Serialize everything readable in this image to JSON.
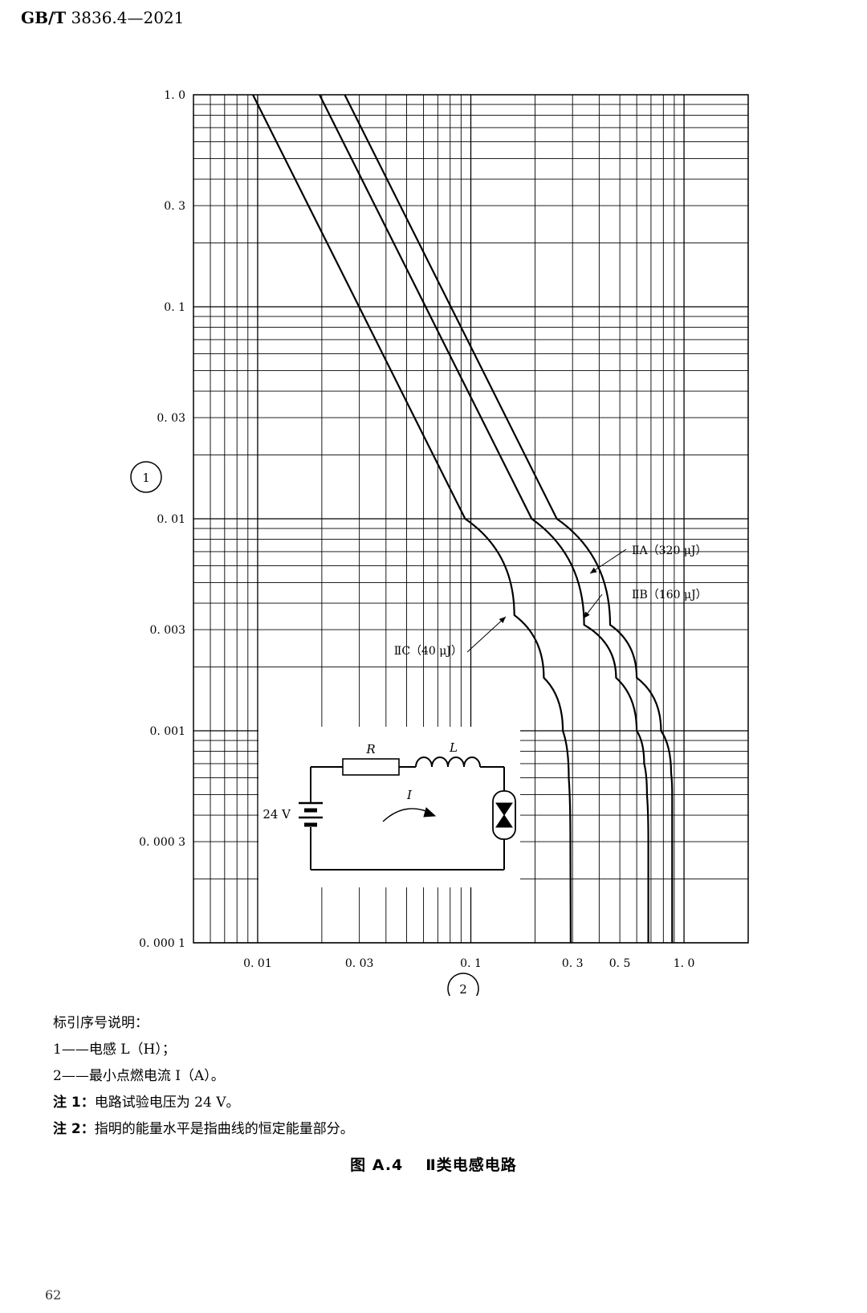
{
  "header": {
    "std_prefix": "GB/T",
    "std_number": "3836.4—2021"
  },
  "chart_data": {
    "type": "line",
    "xscale": "log",
    "yscale": "log",
    "xlim": [
      0.005,
      2.0
    ],
    "ylim": [
      0.0001,
      1.0
    ],
    "grid": true,
    "x_tick_labels": [
      {
        "v": 0.01,
        "label": "0. 01"
      },
      {
        "v": 0.03,
        "label": "0. 03"
      },
      {
        "v": 0.1,
        "label": "0. 1"
      },
      {
        "v": 0.3,
        "label": "0. 3"
      },
      {
        "v": 0.5,
        "label": "0. 5"
      },
      {
        "v": 1.0,
        "label": "1. 0"
      }
    ],
    "y_tick_labels": [
      {
        "v": 1.0,
        "label": "1. 0"
      },
      {
        "v": 0.3,
        "label": "0. 3"
      },
      {
        "v": 0.1,
        "label": "0. 1"
      },
      {
        "v": 0.03,
        "label": "0. 03"
      },
      {
        "v": 0.01,
        "label": "0. 01"
      },
      {
        "v": 0.003,
        "label": "0. 003"
      },
      {
        "v": 0.001,
        "label": "0. 001"
      },
      {
        "v": 0.0003,
        "label": "0. 000 3"
      },
      {
        "v": 0.0001,
        "label": "0. 000 1"
      }
    ],
    "x_axis_marker": "2",
    "y_axis_marker": "1",
    "series": [
      {
        "name": "ⅡA（320 μJ）",
        "points": [
          [
            0.0256,
            1.0
          ],
          [
            0.0806,
            0.1
          ],
          [
            0.253,
            0.01
          ],
          [
            0.45,
            0.00316
          ],
          [
            0.6,
            0.00178
          ],
          [
            0.78,
            0.001
          ],
          [
            0.87,
            0.00063
          ],
          [
            0.88,
            0.0005
          ],
          [
            0.88,
            0.0001
          ]
        ]
      },
      {
        "name": "ⅡB（160 μJ）",
        "points": [
          [
            0.0195,
            1.0
          ],
          [
            0.0614,
            0.1
          ],
          [
            0.193,
            0.01
          ],
          [
            0.34,
            0.00316
          ],
          [
            0.48,
            0.00178
          ],
          [
            0.6,
            0.001
          ],
          [
            0.65,
            0.0007
          ],
          [
            0.67,
            0.0005
          ],
          [
            0.68,
            0.0003
          ],
          [
            0.68,
            0.0001
          ]
        ]
      },
      {
        "name": "ⅡC（40 μJ）",
        "points": [
          [
            0.0095,
            1.0
          ],
          [
            0.0299,
            0.1
          ],
          [
            0.094,
            0.01
          ],
          [
            0.16,
            0.00351
          ],
          [
            0.22,
            0.00178
          ],
          [
            0.27,
            0.001
          ],
          [
            0.288,
            0.0006
          ],
          [
            0.293,
            0.0003
          ],
          [
            0.294,
            0.0001
          ]
        ]
      }
    ]
  },
  "circuit": {
    "resistor_label": "R",
    "inductor_label": "L",
    "current_label": "I",
    "voltage_label": "24 V"
  },
  "legend": {
    "title": "标引序号说明：",
    "item1": "1——电感 L（H）；",
    "item2": "2——最小点燃电流 I（A）。"
  },
  "notes": {
    "note1_prefix": "注 1：",
    "note1_text": "电路试验电压为 24 V。",
    "note2_prefix": "注 2：",
    "note2_text": "指明的能量水平是指曲线的恒定能量部分。"
  },
  "caption": {
    "number": "图 A.4",
    "title": "Ⅱ类电感电路"
  },
  "page_number": "62"
}
